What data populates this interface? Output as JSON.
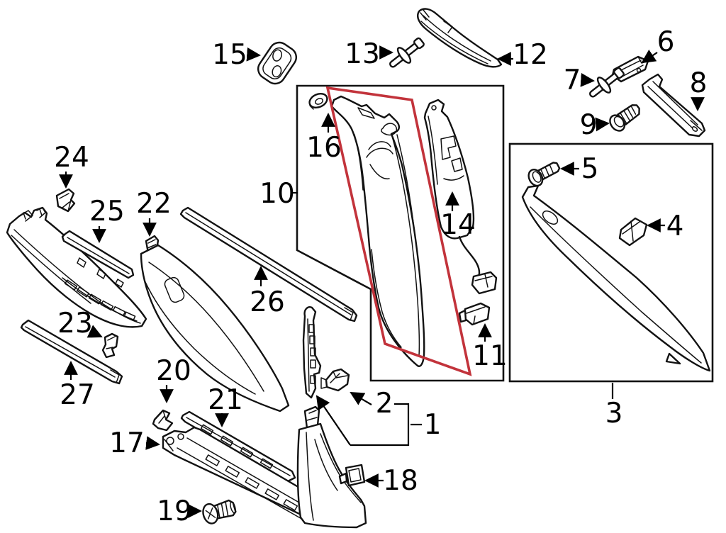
{
  "figure": {
    "type": "exploded-parts-diagram",
    "subject": "vehicle interior pillar and sill trim panels",
    "background": "#ffffff",
    "line_color": "#121212",
    "highlight_color": "#c2333b"
  },
  "callouts": [
    {
      "label": "1"
    },
    {
      "label": "2"
    },
    {
      "label": "3"
    },
    {
      "label": "4"
    },
    {
      "label": "5"
    },
    {
      "label": "6"
    },
    {
      "label": "7"
    },
    {
      "label": "8"
    },
    {
      "label": "9"
    },
    {
      "label": "10"
    },
    {
      "label": "11"
    },
    {
      "label": "12"
    },
    {
      "label": "13"
    },
    {
      "label": "14"
    },
    {
      "label": "15"
    },
    {
      "label": "16"
    },
    {
      "label": "17"
    },
    {
      "label": "18"
    },
    {
      "label": "19"
    },
    {
      "label": "20"
    },
    {
      "label": "21"
    },
    {
      "label": "22"
    },
    {
      "label": "23"
    },
    {
      "label": "24"
    },
    {
      "label": "25"
    },
    {
      "label": "26"
    },
    {
      "label": "27"
    }
  ]
}
